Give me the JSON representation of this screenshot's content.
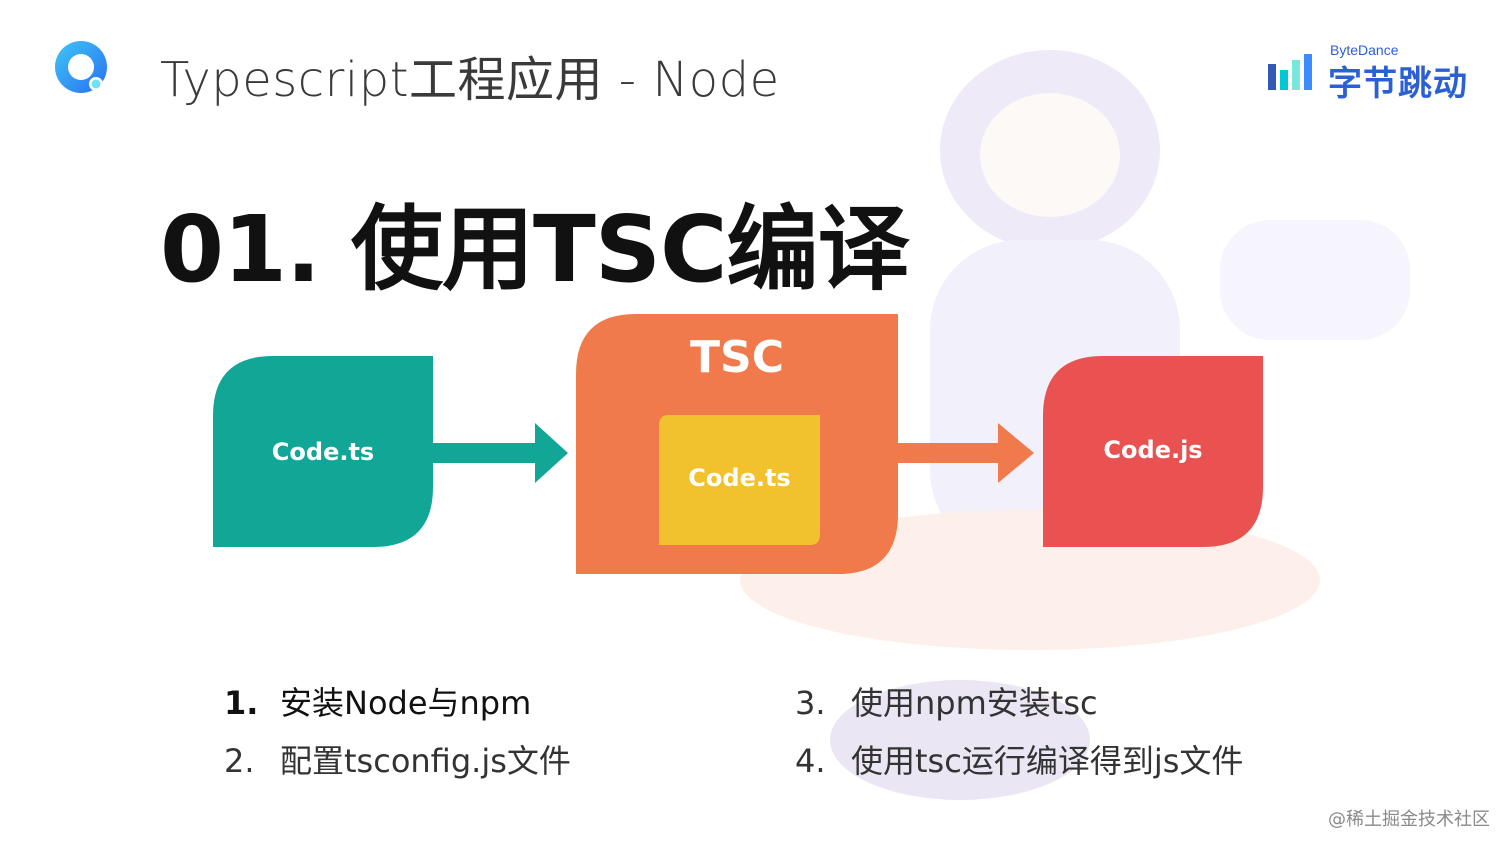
{
  "header": {
    "title": "Typescript工程应用  -  Node"
  },
  "brand": {
    "name_en": "ByteDance",
    "name_cn": "字节跳动",
    "color": "#2a5fd6"
  },
  "section": {
    "title": "01. 使用TSC编译"
  },
  "diagram": {
    "source_label": "Code.ts",
    "compiler_label": "TSC",
    "inner_label": "Code.ts",
    "output_label": "Code.js",
    "colors": {
      "source": "#12a697",
      "compiler": "#f07a4b",
      "inner": "#f2c12e",
      "output": "#ea5252"
    }
  },
  "steps": [
    {
      "num": "1.",
      "text": "安装Node与npm"
    },
    {
      "num": "2.",
      "text": "配置tsconfig.js文件"
    },
    {
      "num": "3.",
      "text": "使用npm安装tsc"
    },
    {
      "num": "4.",
      "text": "使用tsc运行编译得到js文件"
    }
  ],
  "watermark": "@稀土掘金技术社区"
}
